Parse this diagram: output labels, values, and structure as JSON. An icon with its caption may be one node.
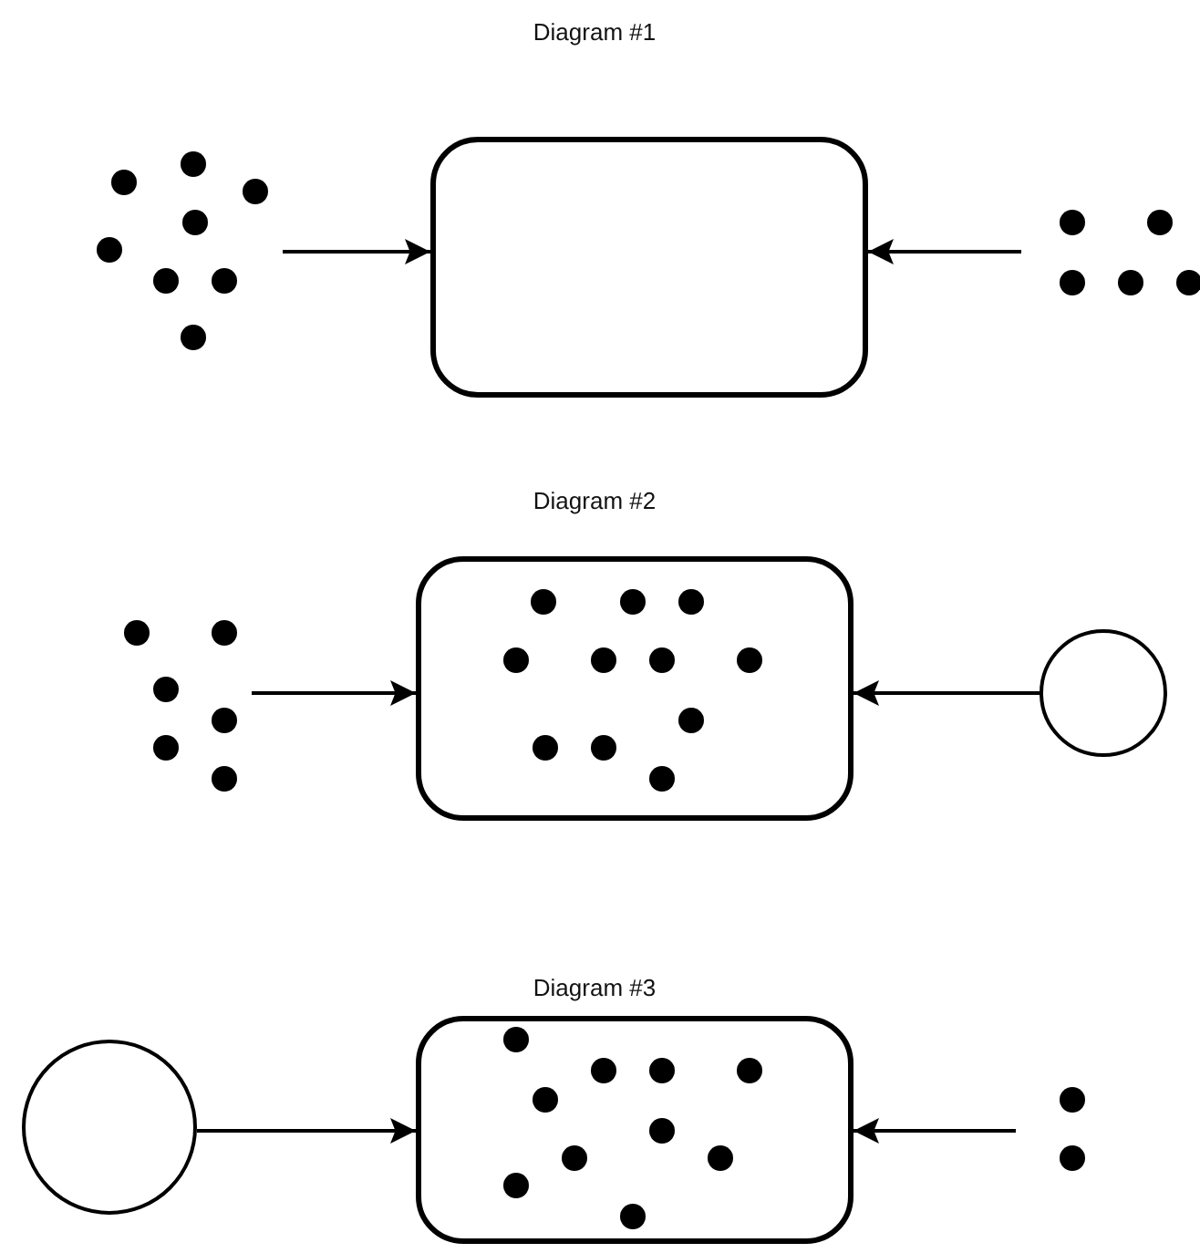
{
  "diagram": {
    "nodes": [
      {
        "text": [],
        "shape": "dots"
      },
      {
        "text": [],
        "shape": "box"
      },
      {
        "text": [],
        "shape": "dots"
      },
      {
        "text": [],
        "shape": "dots"
      },
      {
        "text": [],
        "shape": "box"
      },
      {
        "text": [],
        "shape": "circle"
      },
      {
        "text": [],
        "shape": "circle"
      },
      {
        "text": [],
        "shape": "box"
      },
      {
        "text": [],
        "shape": "dots"
      }
    ],
    "edges": [
      {
        "from": 0,
        "to": 1,
        "arrow": "to"
      },
      {
        "from": 2,
        "to": 1,
        "arrow": "to"
      },
      {
        "from": 3,
        "to": 4,
        "arrow": "to"
      },
      {
        "from": 5,
        "to": 4,
        "arrow": "to"
      },
      {
        "from": 6,
        "to": 7,
        "arrow": "to"
      },
      {
        "from": 8,
        "to": 7,
        "arrow": "to"
      }
    ],
    "labels": [
      "Diagram #1",
      "Diagram #2",
      "Diagram #3"
    ]
  }
}
